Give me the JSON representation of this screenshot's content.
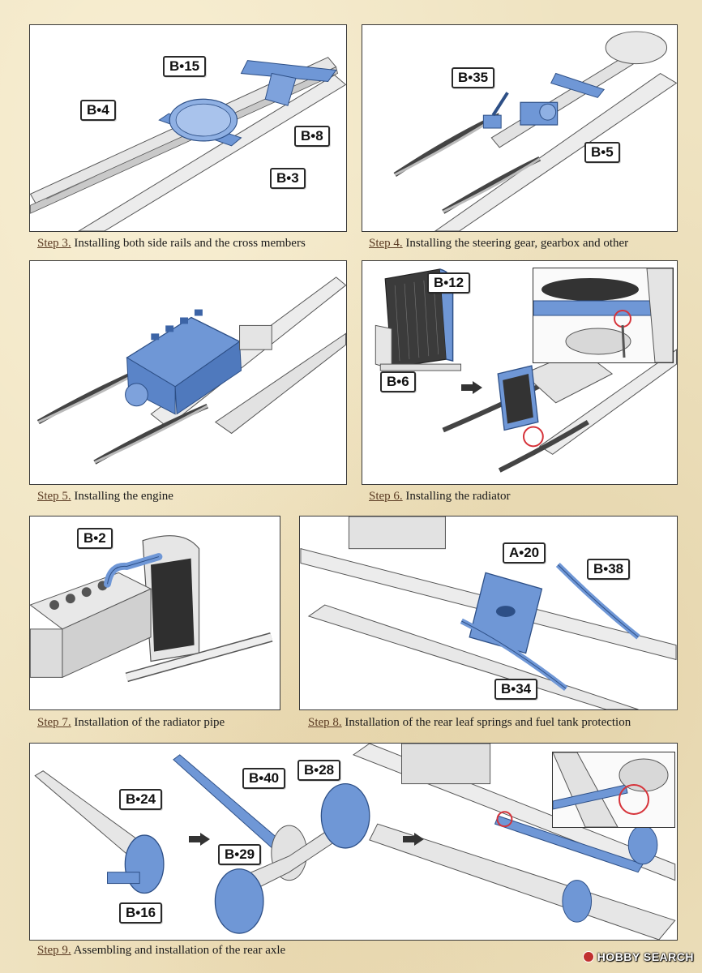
{
  "callouts": {
    "b15": "B•15",
    "b4": "B•4",
    "b8": "B•8",
    "b3": "B•3",
    "b35": "B•35",
    "b5": "B•5",
    "b12": "B•12",
    "b6": "B•6",
    "b2": "B•2",
    "a20": "A•20",
    "b38": "B•38",
    "b34": "B•34",
    "b24": "B•24",
    "b40": "B•40",
    "b28": "B•28",
    "b29": "B•29",
    "b16": "B•16"
  },
  "steps": [
    {
      "label": "Step 3.",
      "text": " Installing both side rails and the cross members"
    },
    {
      "label": "Step 4.",
      "text": " Installing the steering gear, gearbox and other"
    },
    {
      "label": "Step 5.",
      "text": " Installing the engine"
    },
    {
      "label": "Step 6.",
      "text": " Installing the radiator"
    },
    {
      "label": "Step 7.",
      "text": " Installation of the radiator pipe"
    },
    {
      "label": "Step 8.",
      "text": " Installation of the rear leaf springs and fuel tank protection"
    },
    {
      "label": "Step 9.",
      "text": " Assembling and installation of the rear axle"
    }
  ],
  "watermark": "HOBBY SEARCH",
  "colors": {
    "part_highlight": "#6f97d6",
    "frame_gray": "#d9d9d9",
    "outline": "#3a3a3a",
    "circle_red": "#d6333a"
  }
}
